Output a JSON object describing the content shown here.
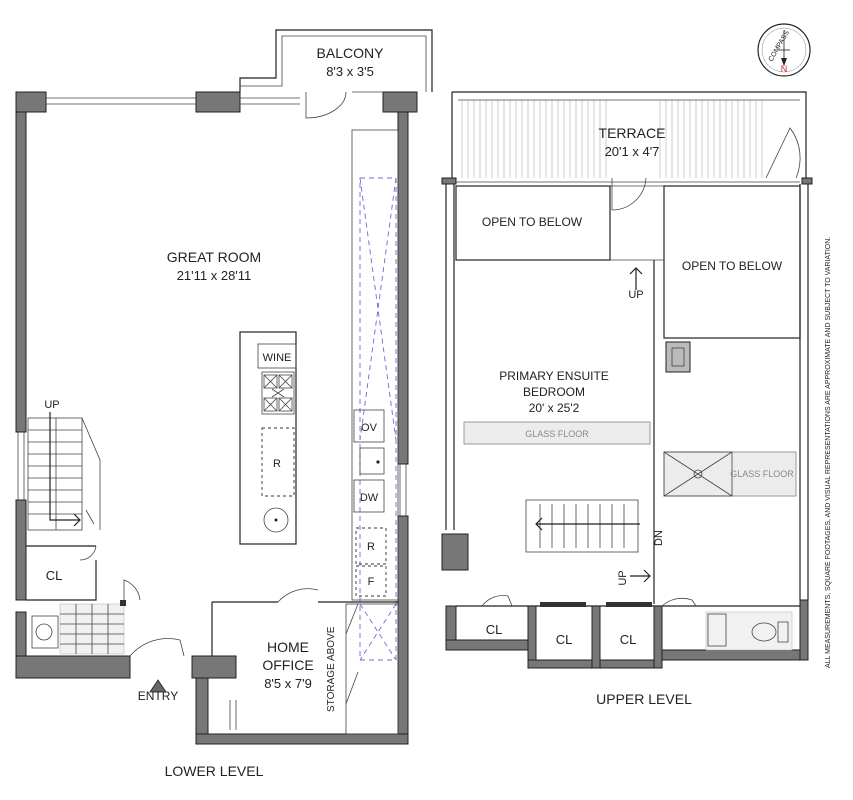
{
  "lower_level": {
    "title": "LOWER LEVEL",
    "balcony": {
      "name": "BALCONY",
      "size": "8'3 x 3'5"
    },
    "great_room": {
      "name": "GREAT ROOM",
      "size": "21'11 x 28'11"
    },
    "home_office": {
      "name_line1": "HOME",
      "name_line2": "OFFICE",
      "size": "8'5 x 7'9"
    },
    "storage": "STORAGE ABOVE",
    "entry": "ENTRY",
    "closet": "CL",
    "stair_up": "UP",
    "kitchen": {
      "wine": "WINE",
      "refrigerator": "R",
      "oven": "OV",
      "dishwasher": "DW",
      "fridge_column": "R",
      "freezer": "F"
    }
  },
  "upper_level": {
    "title": "UPPER LEVEL",
    "terrace": {
      "name": "TERRACE",
      "size": "20'1 x 4'7"
    },
    "open_below_left": "OPEN TO BELOW",
    "open_below_right": "OPEN TO BELOW",
    "bedroom": {
      "line1": "PRIMARY ENSUITE",
      "line2": "BEDROOM",
      "size": "20' x 25'2"
    },
    "glass_floor_left": "GLASS FLOOR",
    "glass_floor_right": "GLASS FLOOR",
    "up_top": "UP",
    "down": "DN",
    "up_bottom": "UP",
    "closets": [
      "CL",
      "CL",
      "CL"
    ]
  },
  "compass": {
    "label": "COMPASS",
    "north": "N"
  },
  "disclaimer": "ALL MEASUREMENTS, SQUARE FOOTAGES, AND VISUAL REPRESENTATIONS ARE APPROXIMATE AND SUBJECT TO VARIATION.",
  "colors": {
    "wall": "#777777",
    "ink": "#222222",
    "appliance_dash": "#6b6bd6",
    "compass_north": "#d62020"
  }
}
